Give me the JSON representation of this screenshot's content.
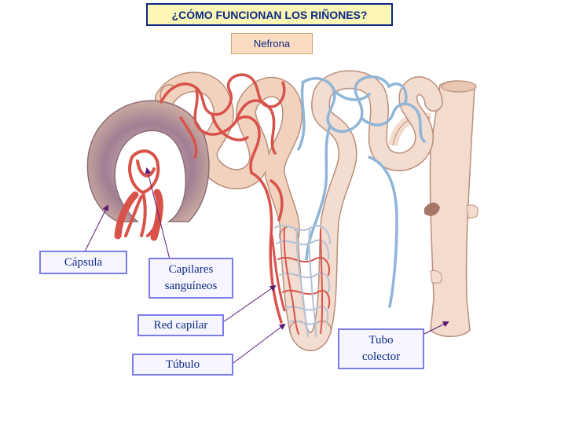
{
  "title": "¿CÓMO FUNCIONAN LOS RIÑONES?",
  "subtitle": "Nefrona",
  "labels": {
    "capsula": "Cápsula",
    "capilares": "Capilares\nsanguíneos",
    "red_capilar": "Red capilar",
    "tubulo": "Túbulo",
    "tubo_colector": "Tubo\ncolector"
  },
  "colors": {
    "title_bg": "#fbf6b6",
    "subtitle_bg": "#fbdcc2",
    "label_border": "#7c7ce8",
    "text": "#0b2a84",
    "vessel_red": "#d9524a",
    "vessel_blue": "#8fb6d8",
    "tubule_beige": "#f1d2bf",
    "arrow": "#5b1a78"
  }
}
